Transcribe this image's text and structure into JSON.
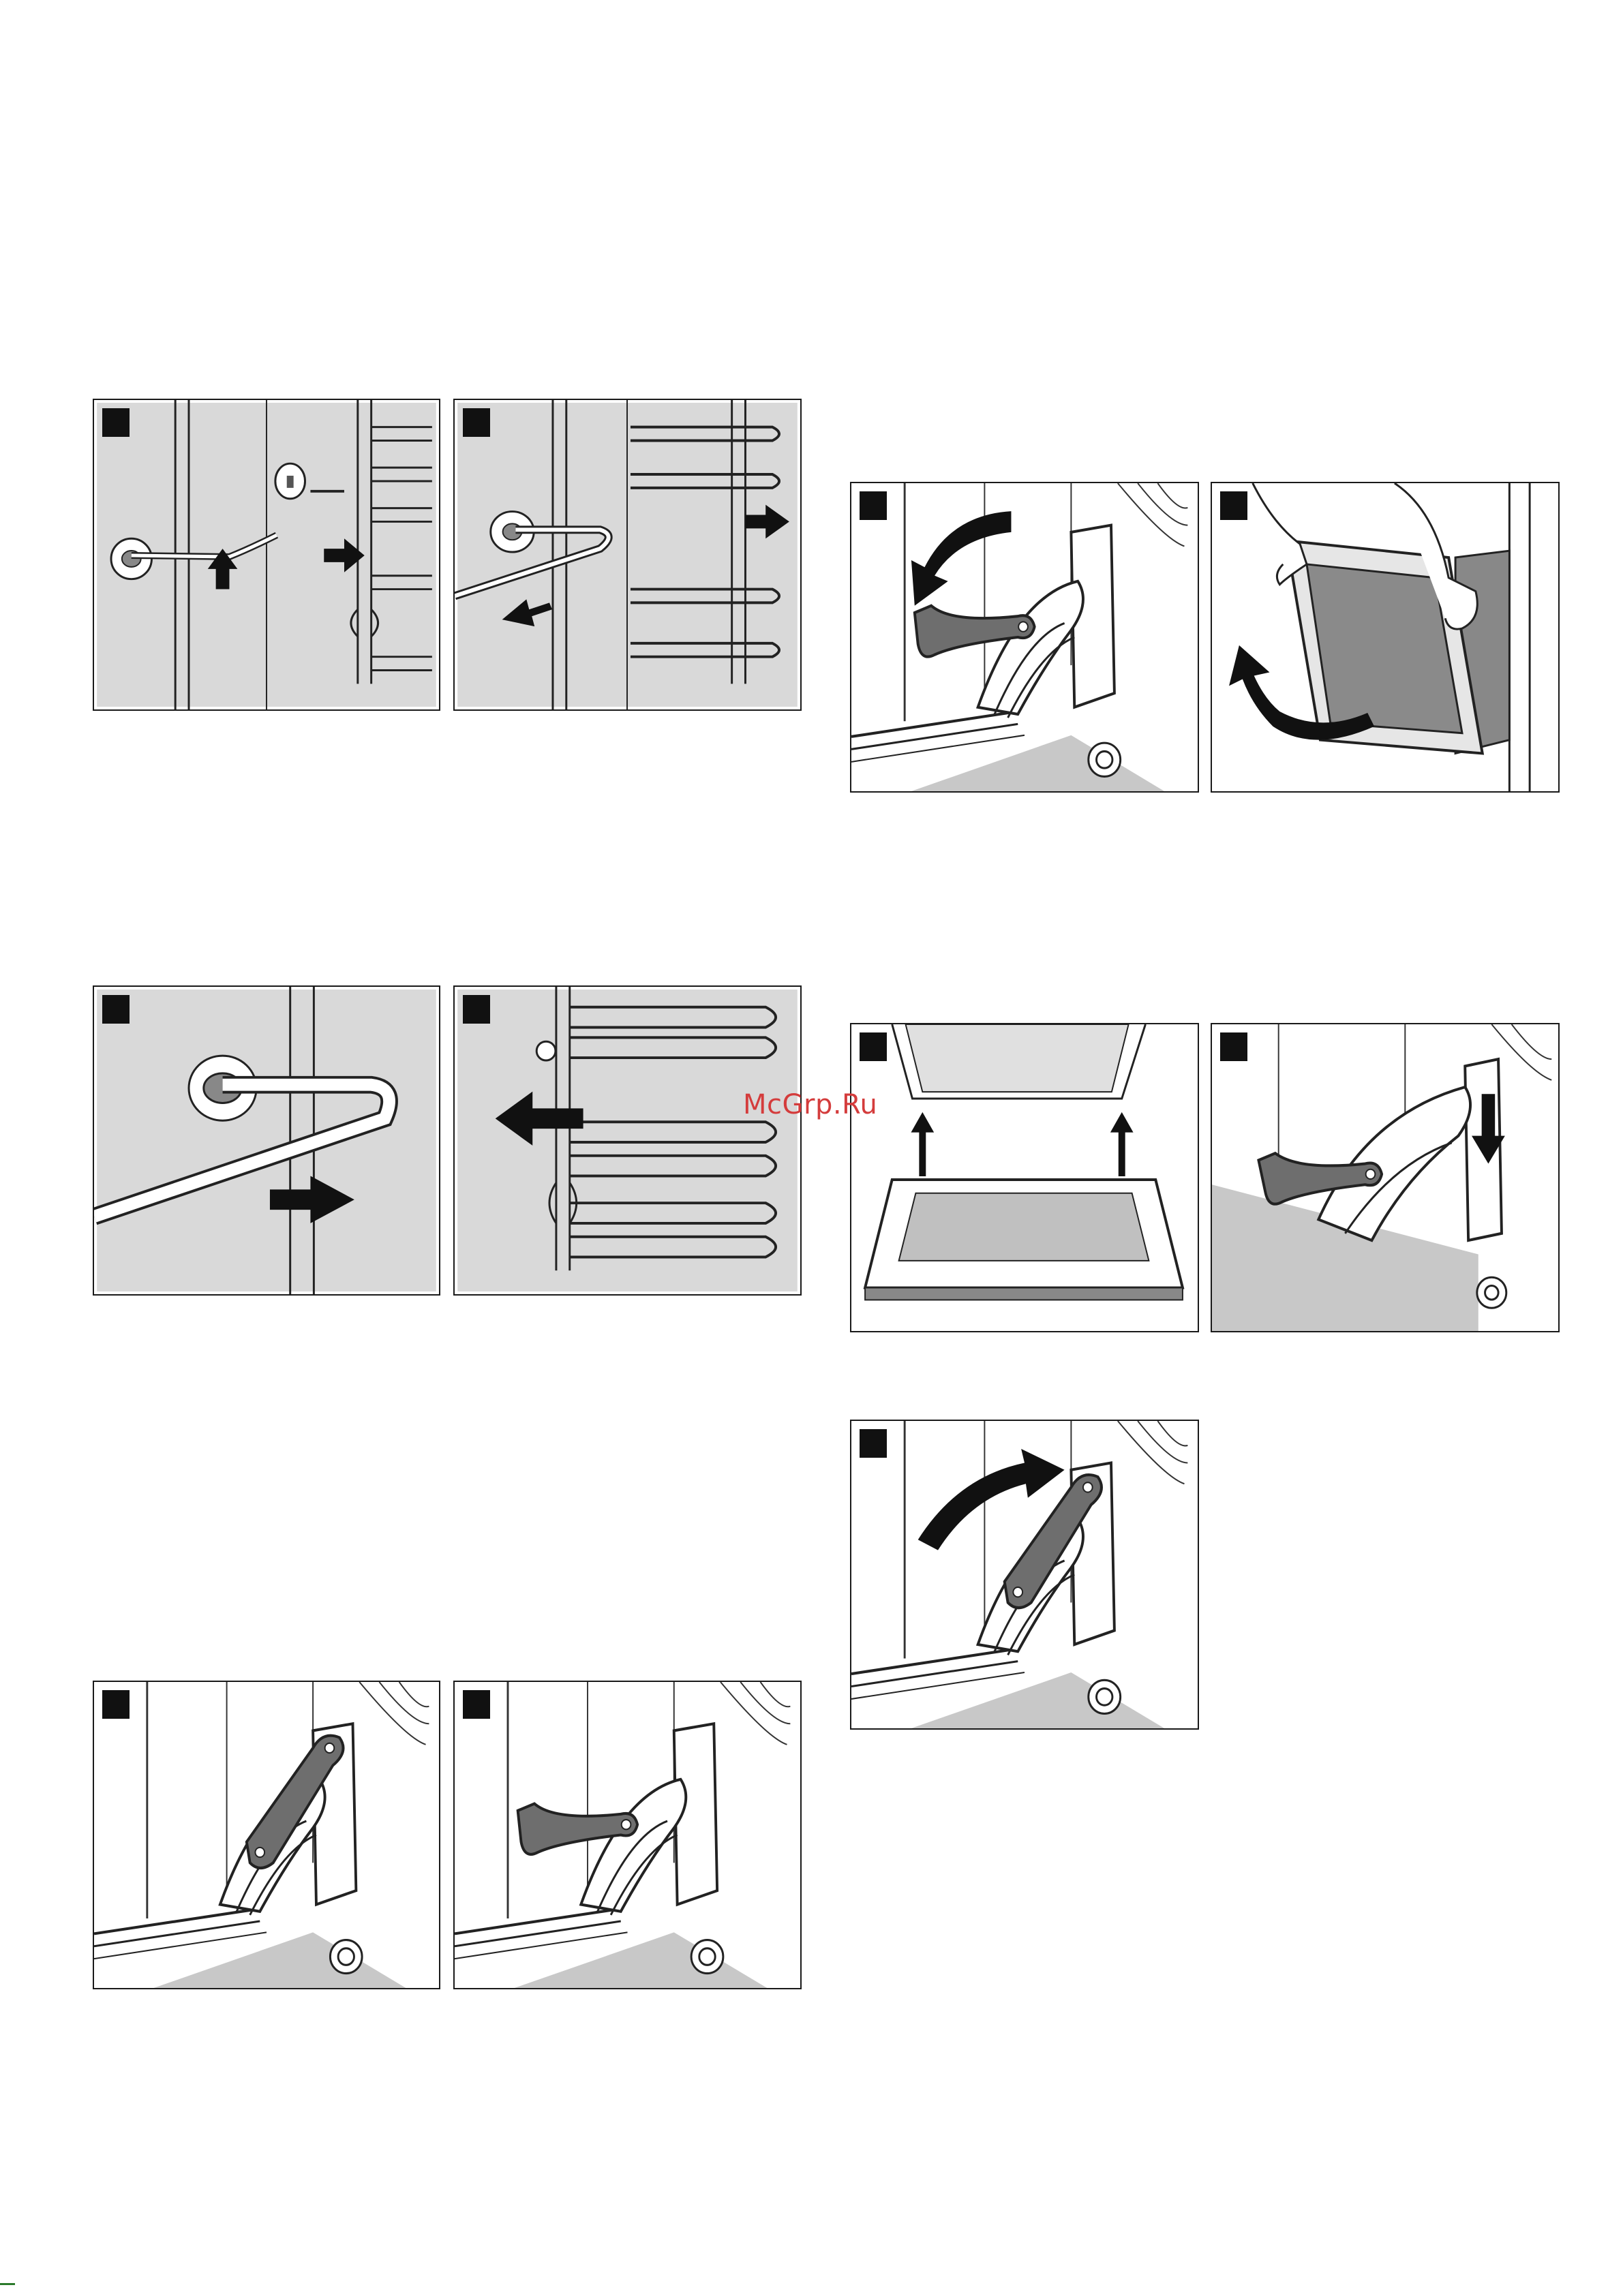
{
  "page": {
    "watermark": "McGrp.Ru",
    "colors": {
      "panel_border": "#1a1a1a",
      "step_marker": "#111111",
      "wall_grey": "#d9d9d9",
      "hinge_lever": "#6e6e6e",
      "watermark": "#d43c3c"
    }
  },
  "figures": [
    {
      "id": "rail-unhook-a",
      "illustration": "shelf-rail-lift",
      "icon": "arrow-up-icon"
    },
    {
      "id": "rail-unhook-b",
      "illustration": "shelf-rail-pull",
      "icon": "arrow-right-icon"
    },
    {
      "id": "hinge-open",
      "illustration": "hinge-lever-rotate-down",
      "icon": "curved-arrow-down-icon"
    },
    {
      "id": "door-remove",
      "illustration": "door-lift-off",
      "icon": "curved-arrow-up-icon"
    },
    {
      "id": "rail-insert-a",
      "illustration": "shelf-rail-insert",
      "icon": "arrow-right-icon"
    },
    {
      "id": "rail-insert-b",
      "illustration": "shelf-rail-push",
      "icon": "arrow-left-icon"
    },
    {
      "id": "door-refit",
      "illustration": "door-hooks-insert",
      "icon": "arrow-up-icon"
    },
    {
      "id": "hinge-insert",
      "illustration": "hinge-push-down",
      "icon": "arrow-down-icon"
    },
    {
      "id": "hinge-locked",
      "illustration": "hinge-lever-up",
      "icon": "none"
    },
    {
      "id": "hinge-unlocked",
      "illustration": "hinge-lever-down",
      "icon": "none"
    },
    {
      "id": "hinge-close",
      "illustration": "hinge-lever-rotate-up",
      "icon": "curved-arrow-up-icon"
    }
  ]
}
